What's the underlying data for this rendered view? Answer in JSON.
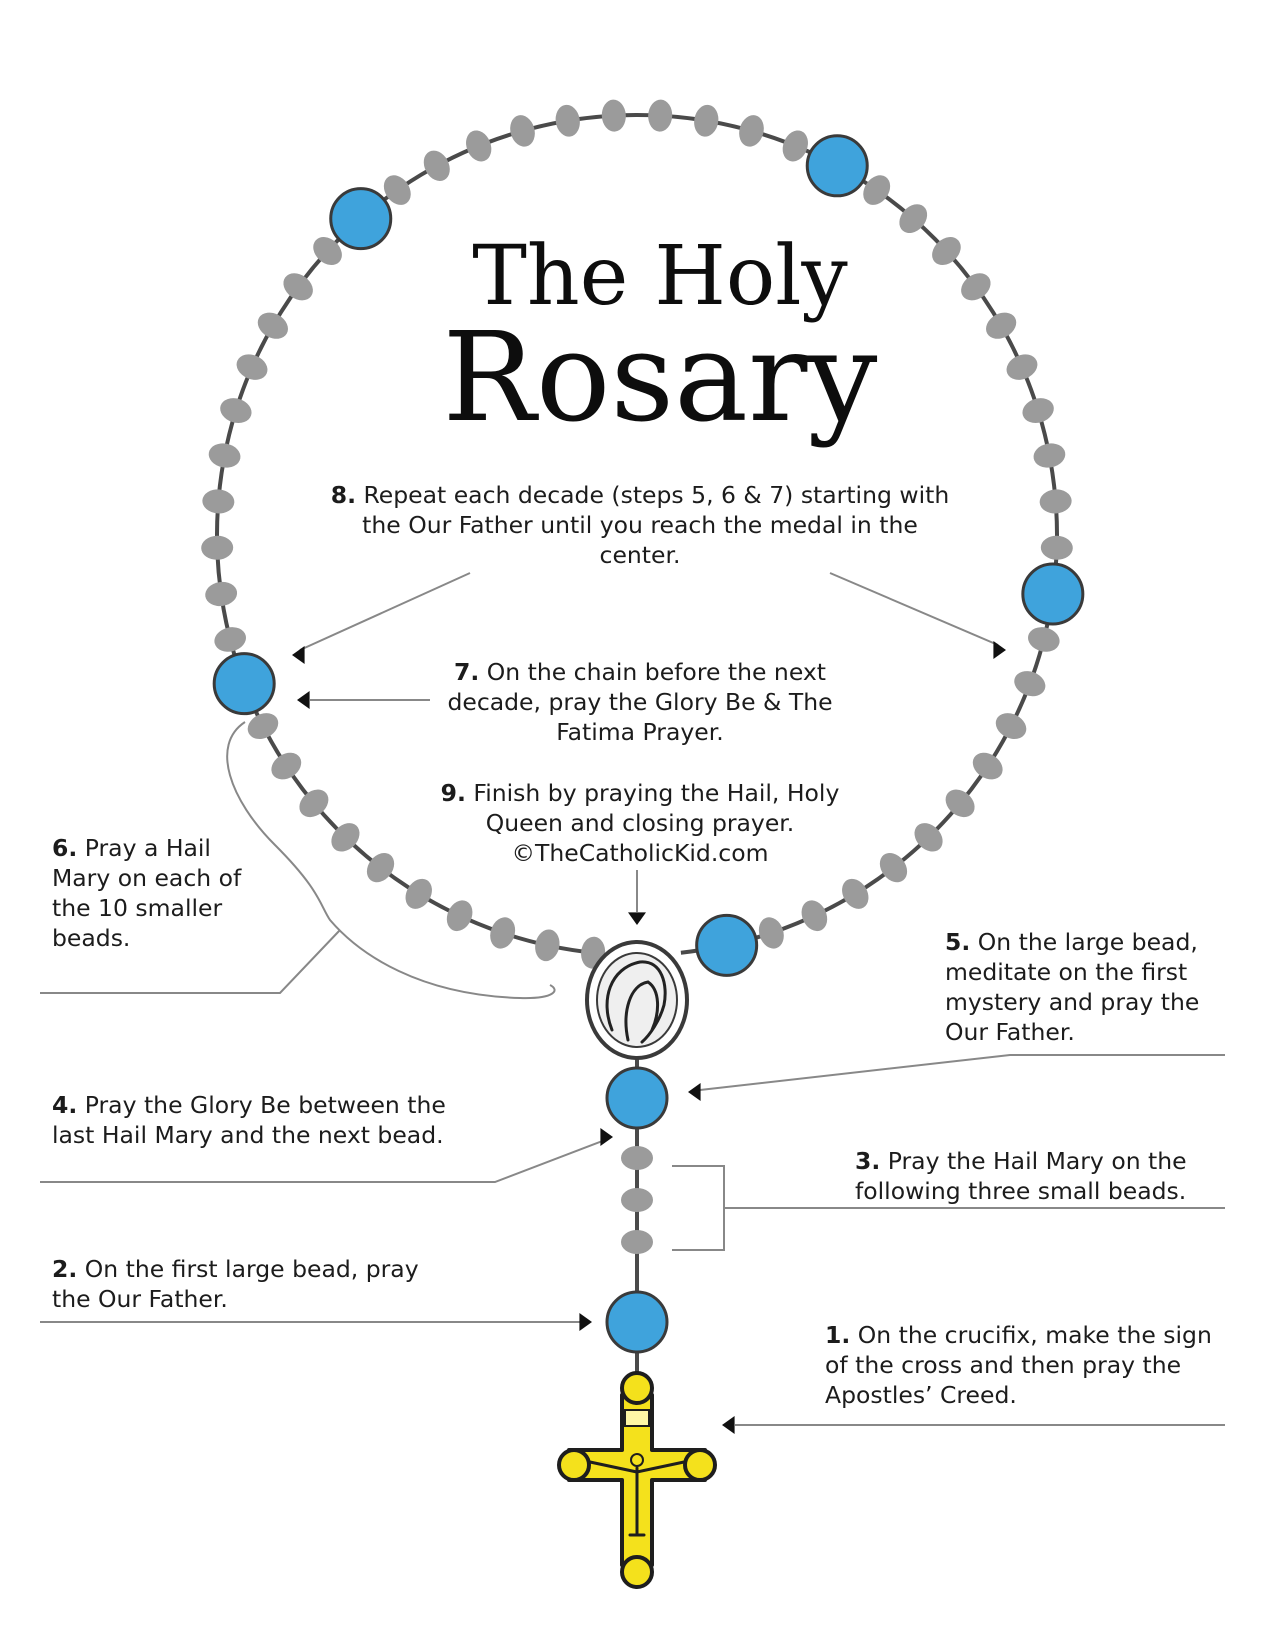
{
  "title": {
    "line1": "The Holy",
    "line2": "Rosary"
  },
  "steps": [
    {
      "num": "1.",
      "text": "On the crucifix, make the sign of the cross and then pray the Apostles’ Creed."
    },
    {
      "num": "2.",
      "text": "On the first large bead, pray the Our Father."
    },
    {
      "num": "3.",
      "text": "Pray the Hail Mary on the following three small beads."
    },
    {
      "num": "4.",
      "text": "Pray the Glory Be between the last Hail Mary and the next bead."
    },
    {
      "num": "5.",
      "text": "On the large bead, meditate on the first mystery and pray the Our Father."
    },
    {
      "num": "6.",
      "text": "Pray a Hail Mary on each of the 10 smaller beads."
    },
    {
      "num": "7.",
      "text": "On the chain before the next decade, pray the Glory Be & The Fatima Prayer."
    },
    {
      "num": "8.",
      "text": "Repeat each decade (steps 5, 6 & 7) starting with the Our Father until you reach the medal in the center."
    },
    {
      "num": "9.",
      "text": "Finish by praying the Hail, Holy Queen and closing prayer."
    }
  ],
  "copyright": "©TheCatholicKid.com",
  "colors": {
    "large_bead": "#3fa3dc",
    "small_bead": "#9b9b9b",
    "chain": "#4a4a4a",
    "crucifix": "#f4e11c",
    "outline": "#3a3a3a",
    "pointer": "#888888"
  },
  "icons": {
    "medal": "virgin-mary-medal-icon",
    "crucifix": "crucifix-icon"
  }
}
